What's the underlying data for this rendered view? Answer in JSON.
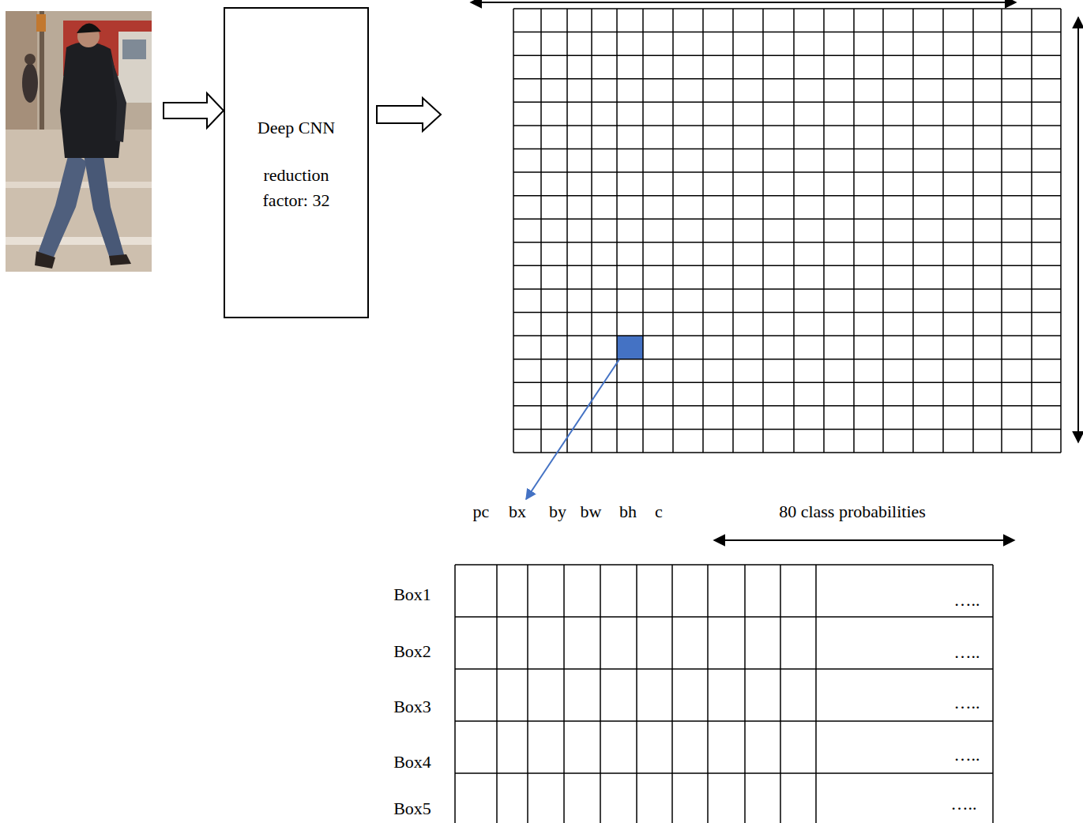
{
  "diagram": {
    "nodes": [
      {
        "text": [
          "Deep CNN",
          "reduction factor: 32"
        ]
      }
    ],
    "labels": [
      "pc",
      "bx",
      "by",
      "bw",
      "bh",
      "c",
      "80 class probabilities",
      "Box1",
      "Box2",
      "Box3",
      "Box4",
      "Box5",
      "…..",
      "…..",
      "…..",
      "…..",
      "….."
    ]
  }
}
